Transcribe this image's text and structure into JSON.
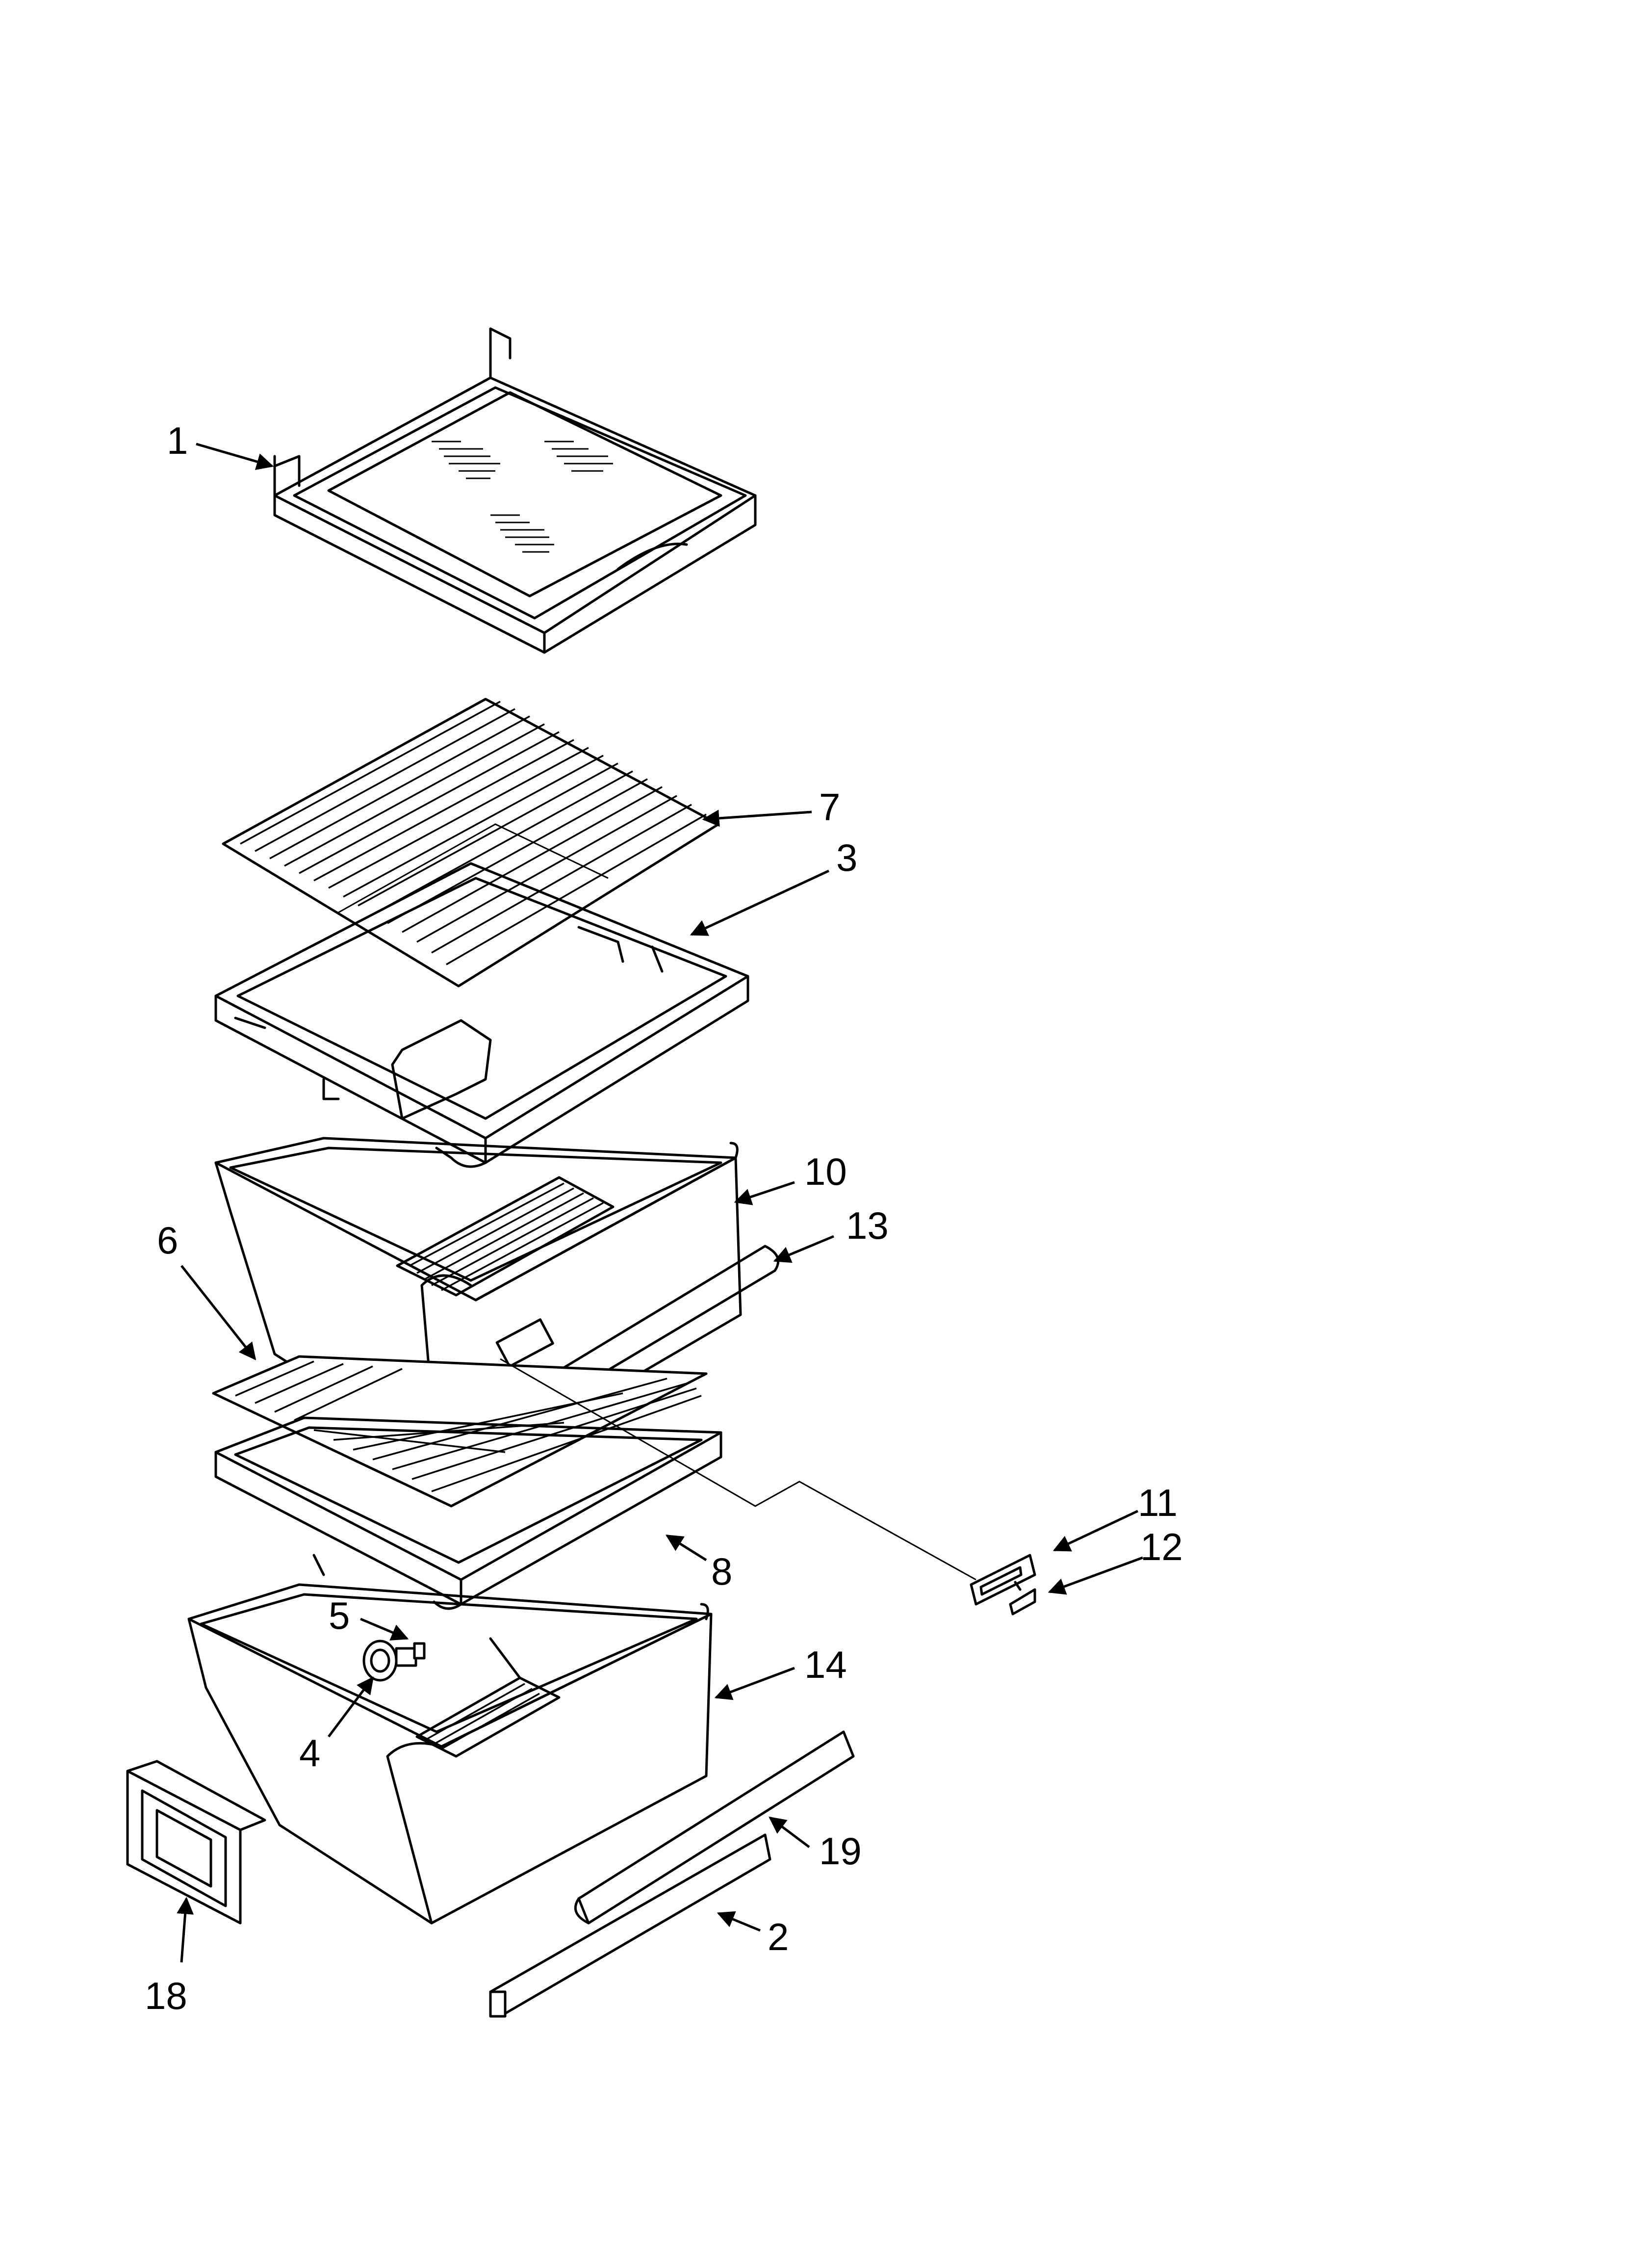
{
  "callouts": [
    {
      "id": "1",
      "label": "1"
    },
    {
      "id": "2",
      "label": "2"
    },
    {
      "id": "3",
      "label": "3"
    },
    {
      "id": "4",
      "label": "4"
    },
    {
      "id": "5",
      "label": "5"
    },
    {
      "id": "6",
      "label": "6"
    },
    {
      "id": "7",
      "label": "7"
    },
    {
      "id": "8",
      "label": "8"
    },
    {
      "id": "10",
      "label": "10"
    },
    {
      "id": "11",
      "label": "11"
    },
    {
      "id": "12",
      "label": "12"
    },
    {
      "id": "13",
      "label": "13"
    },
    {
      "id": "14",
      "label": "14"
    },
    {
      "id": "18",
      "label": "18"
    },
    {
      "id": "19",
      "label": "19"
    }
  ]
}
